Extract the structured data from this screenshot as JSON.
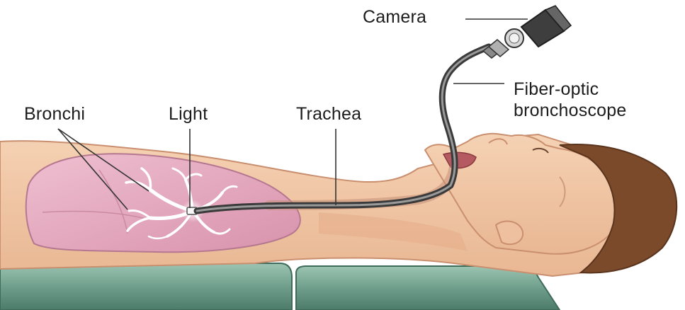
{
  "labels": {
    "camera": "Camera",
    "fiber_optic_line1": "Fiber-optic",
    "fiber_optic_line2": "bronchoscope",
    "bronchi": "Bronchi",
    "light": "Light",
    "trachea": "Trachea"
  },
  "colors": {
    "skin": "#f2c7a5",
    "skin_shadow": "#e0a988",
    "lung": "#eab2c6",
    "lung_outline": "#b57890",
    "bronchi": "#ffffff",
    "hair": "#7a4a2b",
    "mattress": "#6f9f8c",
    "mattress_dark": "#3f6b5b",
    "scope": "#4a4a4a",
    "leader_line": "#333333"
  }
}
